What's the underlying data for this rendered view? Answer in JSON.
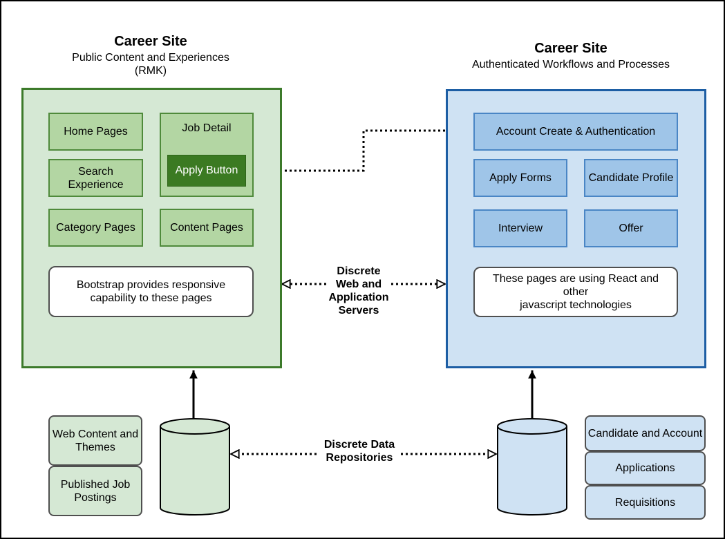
{
  "left": {
    "title": "Career Site",
    "subtitle_line1": "Public Content and Experiences",
    "subtitle_line2": "(RMK)",
    "home_pages": "Home Pages",
    "job_detail": "Job Detail",
    "apply_button": "Apply Button",
    "search_experience_line1": "Search",
    "search_experience_line2": "Experience",
    "category_pages": "Category Pages",
    "content_pages": "Content Pages",
    "note_line1": "Bootstrap provides responsive",
    "note_line2": "capability to these pages"
  },
  "right": {
    "title": "Career Site",
    "subtitle": "Authenticated Workflows and Processes",
    "account_create": "Account Create & Authentication",
    "apply_forms": "Apply Forms",
    "candidate_profile": "Candidate Profile",
    "interview": "Interview",
    "offer": "Offer",
    "note_line1": "These pages are using React and other",
    "note_line2": "javascript technologies"
  },
  "center": {
    "servers_line1": "Discrete",
    "servers_line2": "Web and",
    "servers_line3": "Application",
    "servers_line4": "Servers",
    "repos_line1": "Discrete Data",
    "repos_line2": "Repositories"
  },
  "left_repo": {
    "web_content_line1": "Web Content and",
    "web_content_line2": "Themes",
    "published_line1": "Published Job",
    "published_line2": "Postings"
  },
  "right_repo": {
    "candidate_account": "Candidate and Account",
    "applications": "Applications",
    "requisitions": "Requisitions"
  },
  "colors": {
    "green_fill": "#d5e8d4",
    "green_box": "#b3d6a3",
    "green_dark": "#3b7a22",
    "blue_fill": "#cfe2f3",
    "blue_box": "#9fc5e8",
    "blue_border": "#1d5ea4"
  }
}
